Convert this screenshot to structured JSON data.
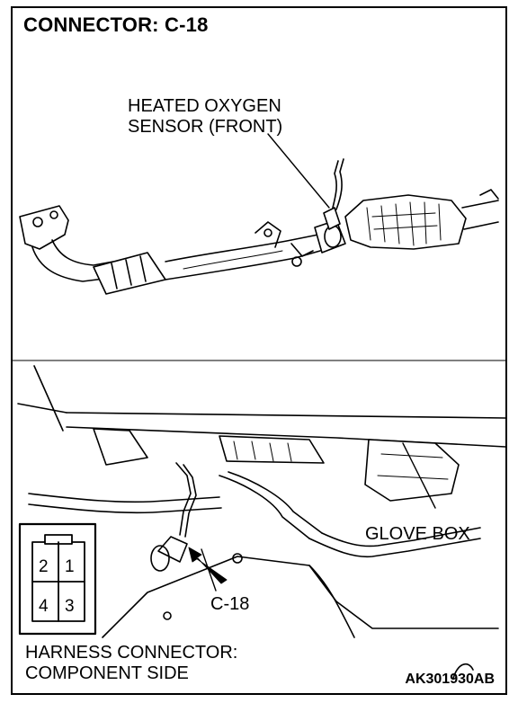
{
  "title": "CONNECTOR: C-18",
  "sensor_label": {
    "line1": "HEATED OXYGEN",
    "line2": "SENSOR (FRONT)"
  },
  "glove_box_label": "GLOVE BOX",
  "connector_callout": "C-18",
  "harness_label": {
    "line1": "HARNESS CONNECTOR:",
    "line2": "COMPONENT SIDE"
  },
  "connector_pins": [
    "2",
    "1",
    "4",
    "3"
  ],
  "figure_code": "AK301930AB"
}
